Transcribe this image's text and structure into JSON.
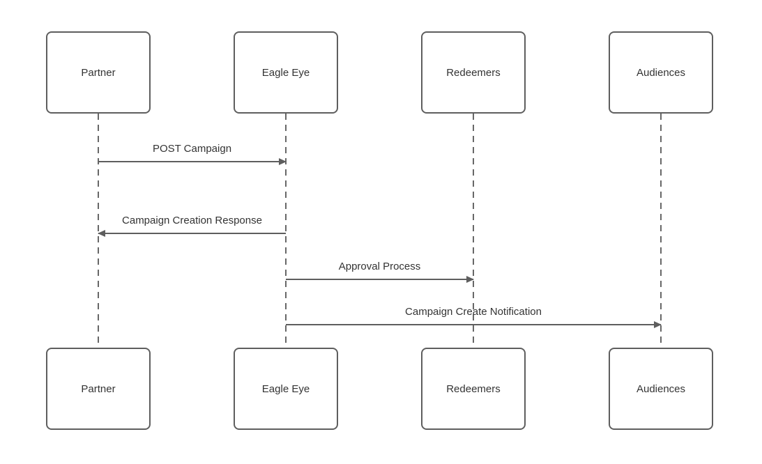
{
  "diagram": {
    "type": "sequence-diagram",
    "actors": [
      {
        "label": "Partner"
      },
      {
        "label": "Eagle Eye"
      },
      {
        "label": "Redeemers"
      },
      {
        "label": "Audiences"
      }
    ],
    "messages": [
      {
        "label": "POST Campaign",
        "from": "Partner",
        "to": "Eagle Eye",
        "direction": "right"
      },
      {
        "label": "Campaign Creation Response",
        "from": "Eagle Eye",
        "to": "Partner",
        "direction": "left"
      },
      {
        "label": "Approval Process",
        "from": "Eagle Eye",
        "to": "Redeemers",
        "direction": "right"
      },
      {
        "label": "Campaign Create Notification",
        "from": "Eagle Eye",
        "to": "Audiences",
        "direction": "right"
      }
    ],
    "colors": {
      "stroke": "#5e5e5e",
      "text": "#333333",
      "background": "#ffffff"
    }
  }
}
